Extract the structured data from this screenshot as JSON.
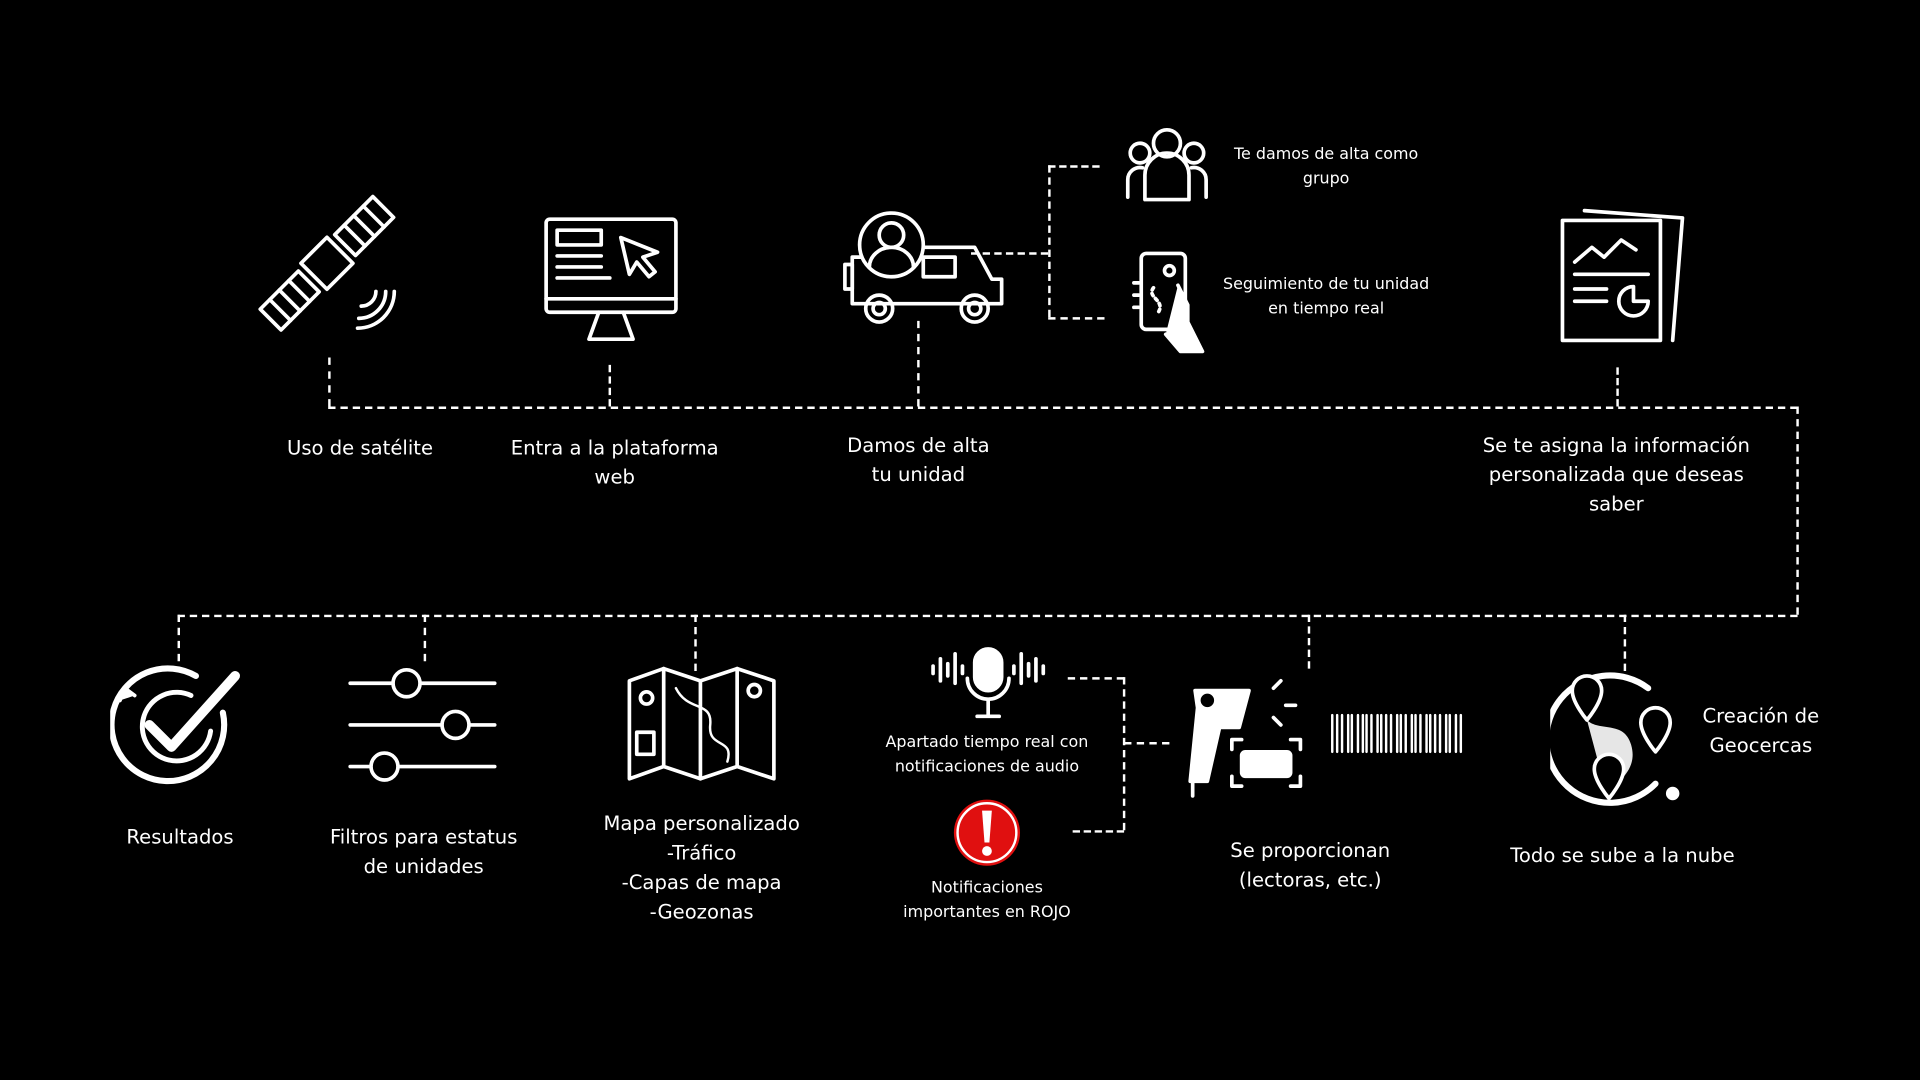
{
  "top_steps": [
    {
      "label": "Uso de satélite",
      "icon": "satellite-icon"
    },
    {
      "label": "Entra a la plataforma\nweb",
      "icon": "monitor-cursor-icon"
    },
    {
      "label": "Damos de alta\ntu unidad",
      "icon": "truck-user-icon"
    },
    {
      "label": "Se te asigna la información\npersonalizada que deseas\nsaber",
      "icon": "report-icon"
    }
  ],
  "truck_branch": [
    {
      "label": "Te damos de alta como\ngrupo",
      "icon": "group-icon"
    },
    {
      "label": "Seguimiento de tu unidad\nen tiempo real",
      "icon": "phone-tracking-icon"
    }
  ],
  "bottom_steps": [
    {
      "label": "Resultados",
      "icon": "check-circle-icon"
    },
    {
      "label": "Filtros para estatus\nde unidades",
      "icon": "sliders-icon"
    },
    {
      "label": "Mapa personalizado\n-Tráfico\n-Capas de mapa\n-Geozonas",
      "icon": "map-icon"
    },
    {
      "label": "Se proporcionan\n(lectoras, etc.)",
      "icon": "barcode-scanner-icon"
    },
    {
      "label": "Todo se sube a la nube",
      "icon": "globe-pins-icon"
    }
  ],
  "notification_branch": [
    {
      "label": "Apartado tiempo real con\nnotificaciones de audio",
      "icon": "microphone-icon"
    },
    {
      "label": "Notificaciones\nimportantes en ROJO",
      "icon": "alert-icon"
    }
  ],
  "geofence_label": "Creación de\nGeocercas",
  "colors": {
    "background": "#000000",
    "line": "#ffffff",
    "alert": "#e01010"
  }
}
